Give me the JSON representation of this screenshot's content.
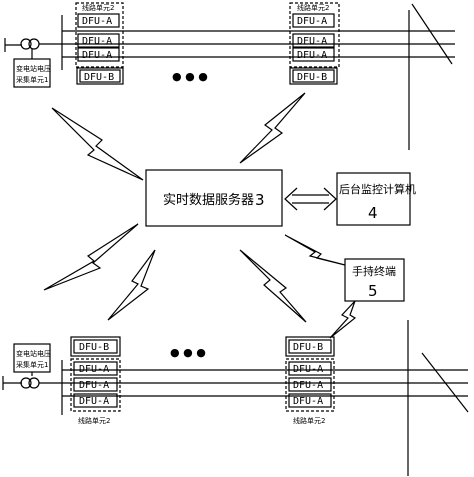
{
  "top": {
    "line_unit_label_left": "线路单元2",
    "line_unit_label_right": "线路单元2",
    "dfu_a": "DFU-A",
    "dfu_b": "DFU-B",
    "substation_label_line1": "变电站电压",
    "substation_label_line2": "采集单元1",
    "ellipsis": "● ● ●"
  },
  "center": {
    "server_label": "实时数据服务器",
    "server_number": "3",
    "backend_label": "后台监控计算机",
    "backend_number": "4",
    "handheld_label": "手持终端",
    "handheld_number": "5"
  },
  "bottom": {
    "line_unit_label_left": "线路单元2",
    "line_unit_label_right": "线路单元2",
    "dfu_a": "DFU-A",
    "dfu_b": "DFU-B",
    "substation_label_line1": "变电站电压",
    "substation_label_line2": "采集单元1",
    "ellipsis": "● ● ●"
  }
}
